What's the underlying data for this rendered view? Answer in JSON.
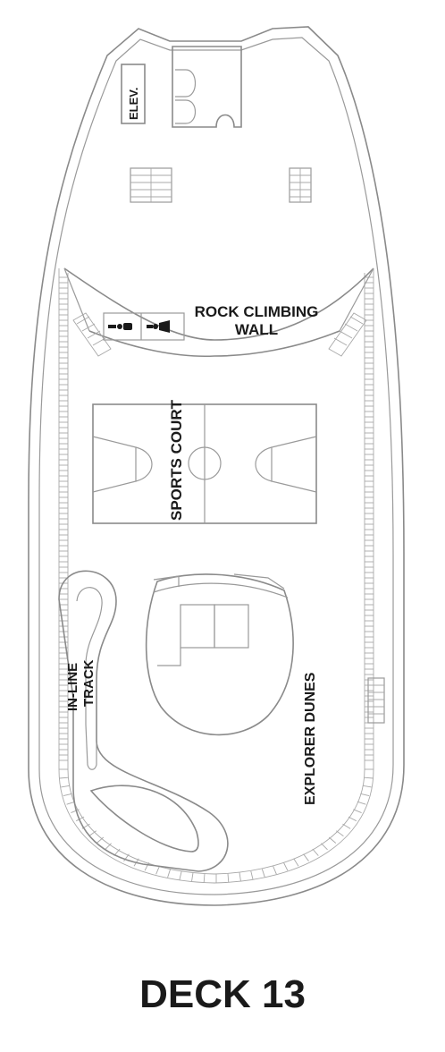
{
  "deck": {
    "title": "DECK 13"
  },
  "labels": {
    "elevator": "ELEV.",
    "rock_climbing_line1": "ROCK CLIMBING",
    "rock_climbing_line2": "WALL",
    "sports_court": "SPORTS COURT",
    "inline_track_line1": "IN-LINE",
    "inline_track_line2": "TRACK",
    "explorer_dunes": "EXPLORER DUNES"
  },
  "colors": {
    "outline": "#8a8a8a",
    "text": "#1a1a1a",
    "background": "#ffffff"
  },
  "icons": [
    "restroom-male-icon",
    "restroom-female-icon"
  ]
}
